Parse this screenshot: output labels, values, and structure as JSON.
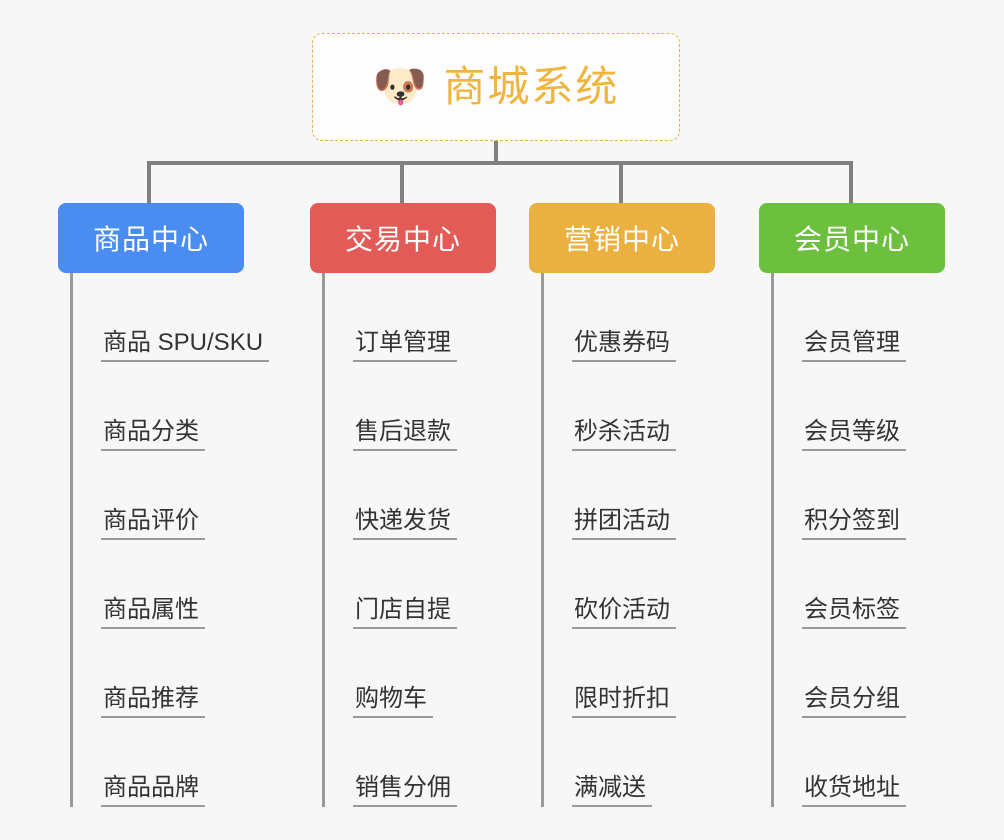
{
  "diagram": {
    "type": "mindmap-tree",
    "background": "#f7f7f7",
    "root": {
      "icon": "shiba-dog-face-icon",
      "emoji": "🐶",
      "title": "商城系统",
      "title_color": "#efb53f",
      "border_color": "#e6b14a",
      "border_style": "dashed"
    },
    "branches": [
      {
        "label": "商品中心",
        "color": "#4a8cf0",
        "items": [
          "商品 SPU/SKU",
          "商品分类",
          "商品评价",
          "商品属性",
          "商品推荐",
          "商品品牌"
        ]
      },
      {
        "label": "交易中心",
        "color": "#e35b57",
        "items": [
          "订单管理",
          "售后退款",
          "快递发货",
          "门店自提",
          "购物车",
          "销售分佣"
        ]
      },
      {
        "label": "营销中心",
        "color": "#eab040",
        "items": [
          "优惠券码",
          "秒杀活动",
          "拼团活动",
          "砍价活动",
          "限时折扣",
          "满减送"
        ]
      },
      {
        "label": "会员中心",
        "color": "#6cc03e",
        "items": [
          "会员管理",
          "会员等级",
          "积分签到",
          "会员标签",
          "会员分组",
          "收货地址"
        ]
      }
    ],
    "connector_color": "#808080",
    "leaf_line_color": "#9a9a9a",
    "leaf_text_color": "#333333"
  }
}
